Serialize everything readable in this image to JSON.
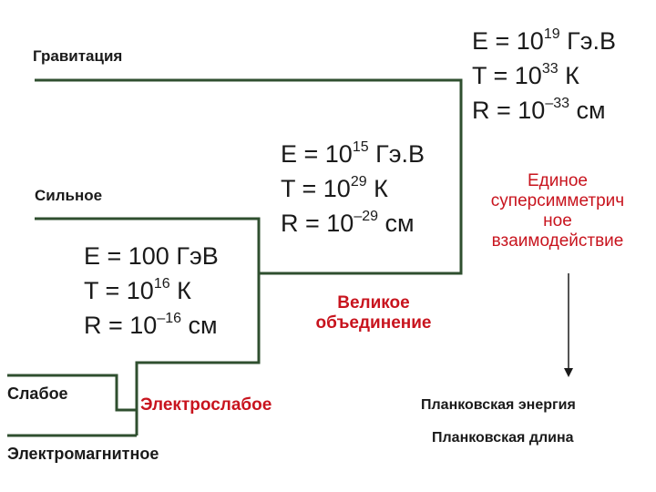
{
  "forces": {
    "gravity": "Гравитация",
    "strong": "Сильное",
    "weak": "Слабое",
    "electromagnetic": "Электромагнитное",
    "electroweak": "Электрослабое"
  },
  "unifications": {
    "grand": {
      "line1": "Великое",
      "line2": "объединение"
    },
    "super": {
      "line1": "Единое",
      "line2": "суперсимметрич",
      "line3": "ное",
      "line4": "взаимодействие"
    }
  },
  "stage1": {
    "e_base": "E = 100 Гэ",
    "e_unit": "В",
    "t_base": "T = 10",
    "t_exp": "16",
    "t_unit": " К",
    "r_base": "R = 10",
    "r_exp": "–16",
    "r_unit": " см"
  },
  "stage2": {
    "e_base": "E = 10",
    "e_exp": "15",
    "e_unit": " Гэ.В",
    "t_base": "T = 10",
    "t_exp": "29",
    "t_unit": " К",
    "r_base": "R = 10",
    "r_exp": "–29",
    "r_unit": " см"
  },
  "stage3": {
    "e_base": "E = 10",
    "e_exp": "19",
    "e_unit": " Гэ.В",
    "t_base": "T = 10",
    "t_exp": "33",
    "t_unit": " К",
    "r_base": "R = 10",
    "r_exp": "–33",
    "r_unit": " см"
  },
  "planck": {
    "energy": "Планковская энергия",
    "length": "Планковская длина"
  },
  "colors": {
    "line": "#2f4f2f",
    "accent": "#c8141e"
  }
}
